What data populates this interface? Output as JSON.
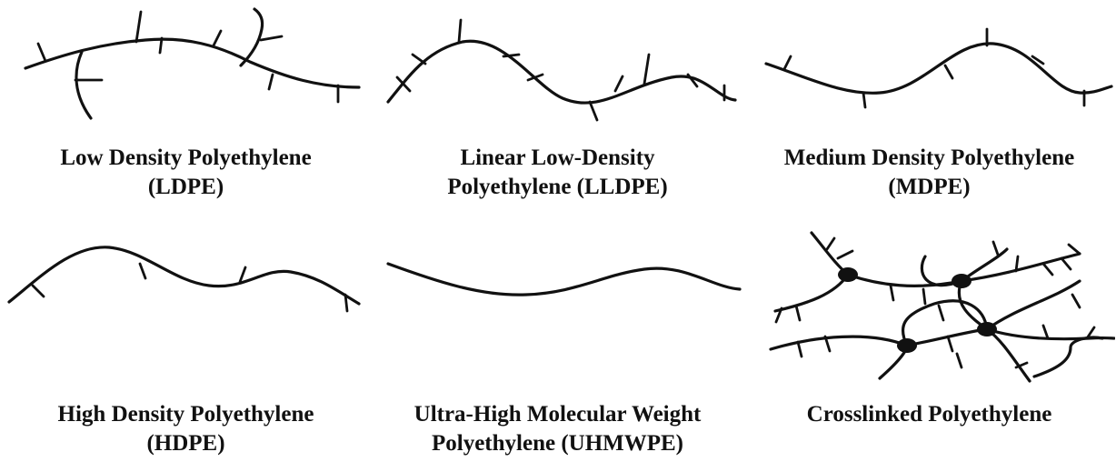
{
  "figure": {
    "panels": [
      {
        "id": "ldpe",
        "name": "Low Density Polyethylene (LDPE)",
        "caption_line1": "Low Density Polyethylene",
        "caption_line2": "(LDPE)",
        "structure": "long-chain branching"
      },
      {
        "id": "lldpe",
        "name": "Linear Low-Density Polyethylene (LLDPE)",
        "caption_line1": "Linear Low-Density",
        "caption_line2": "Polyethylene (LLDPE)",
        "structure": "many short branches"
      },
      {
        "id": "mdpe",
        "name": "Medium Density Polyethylene (MDPE)",
        "caption_line1": "Medium Density Polyethylene",
        "caption_line2": "(MDPE)",
        "structure": "moderate short branches"
      },
      {
        "id": "hdpe",
        "name": "High Density Polyethylene (HDPE)",
        "caption_line1": "High Density Polyethylene",
        "caption_line2": "(HDPE)",
        "structure": "few short branches"
      },
      {
        "id": "uhmwpe",
        "name": "Ultra-High Molecular Weight Polyethylene (UHMWPE)",
        "caption_line1": "Ultra-High Molecular Weight",
        "caption_line2": "Polyethylene (UHMWPE)",
        "structure": "linear chain, no branches"
      },
      {
        "id": "pex",
        "name": "Crosslinked Polyethylene",
        "caption_line1": "Crosslinked Polyethylene",
        "caption_line2": "",
        "structure": "branched chains joined by crosslink nodes"
      }
    ],
    "colors": {
      "ink": "#111111",
      "background": "#ffffff"
    }
  }
}
